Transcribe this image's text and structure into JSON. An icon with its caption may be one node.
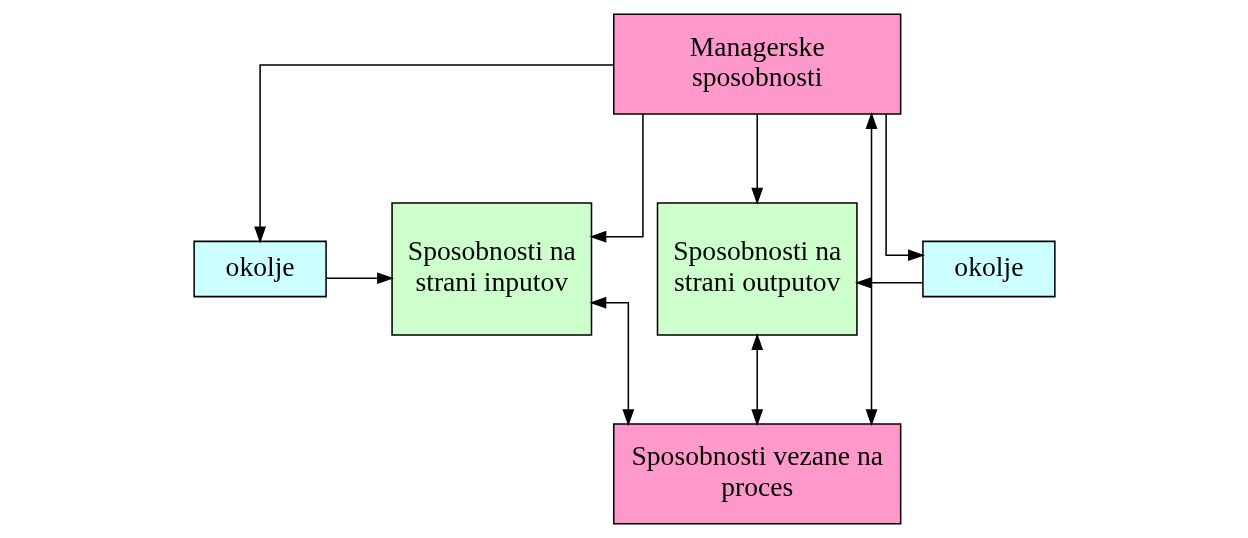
{
  "diagram": {
    "nodes": [
      {
        "text": [
          "Managerske sposobnosti"
        ]
      },
      {
        "text": [
          "okolje"
        ]
      },
      {
        "text": [
          "Sposobnosti na strani inputov"
        ]
      },
      {
        "text": [
          "Sposobnosti na strani outputov"
        ]
      },
      {
        "text": [
          "okolje"
        ]
      },
      {
        "text": [
          "Sposobnosti vezane na proces"
        ]
      }
    ],
    "edges": [
      {
        "from": 0,
        "to": 1,
        "arrow": "to"
      },
      {
        "from": 0,
        "to": 2,
        "arrow": "to"
      },
      {
        "from": 0,
        "to": 3,
        "arrow": "to"
      },
      {
        "from": 0,
        "to": 4,
        "arrow": "to"
      },
      {
        "from": 0,
        "to": 5,
        "arrow": "both"
      },
      {
        "from": 1,
        "to": 2,
        "arrow": "to"
      },
      {
        "from": 4,
        "to": 3,
        "arrow": "to"
      },
      {
        "from": 2,
        "to": 5,
        "arrow": "both"
      },
      {
        "from": 3,
        "to": 5,
        "arrow": "both"
      }
    ]
  }
}
